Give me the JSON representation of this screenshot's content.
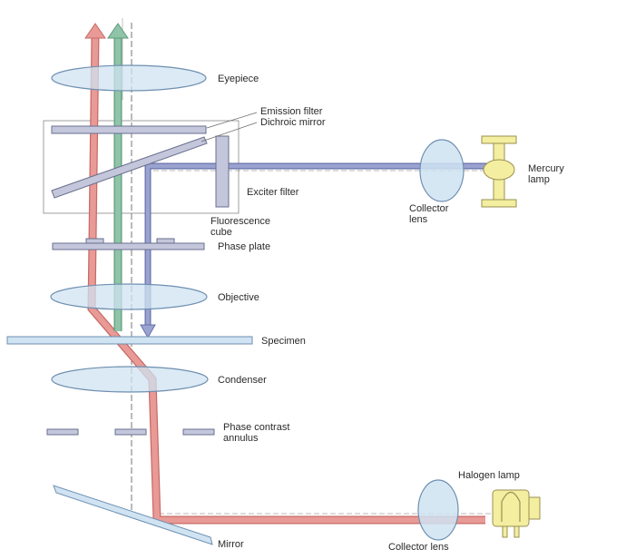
{
  "diagram": {
    "labels": {
      "eyepiece": "Eyepiece",
      "emission_filter": "Emission filter",
      "dichroic_mirror": "Dichroic mirror",
      "exciter_filter": "Exciter filter",
      "fluorescence_cube": [
        "Fluorescence",
        "cube"
      ],
      "collector_lens_top": [
        "Collector",
        "lens"
      ],
      "mercury_lamp": [
        "Mercury",
        "lamp"
      ],
      "phase_plate": "Phase plate",
      "objective": "Objective",
      "specimen": "Specimen",
      "condenser": "Condenser",
      "phase_contrast_annulus": [
        "Phase contrast",
        "annulus"
      ],
      "halogen_lamp": "Halogen lamp",
      "mirror": "Mirror",
      "collector_lens_bottom": "Collector lens"
    },
    "colors": {
      "red_beam": "#e89a96",
      "red_beam_edge": "#c96a66",
      "green_beam": "#8fc4a8",
      "green_beam_edge": "#5d9b7c",
      "blue_beam": "#9aa3d0",
      "blue_beam_edge": "#6770a8",
      "lens_fill": "#cfe3f2",
      "lens_edge": "#6f8fb0",
      "filter_fill": "#c4c7dc",
      "filter_edge": "#6a6f8c",
      "lamp_fill": "#f3eea0",
      "lamp_edge": "#9a9050"
    }
  }
}
